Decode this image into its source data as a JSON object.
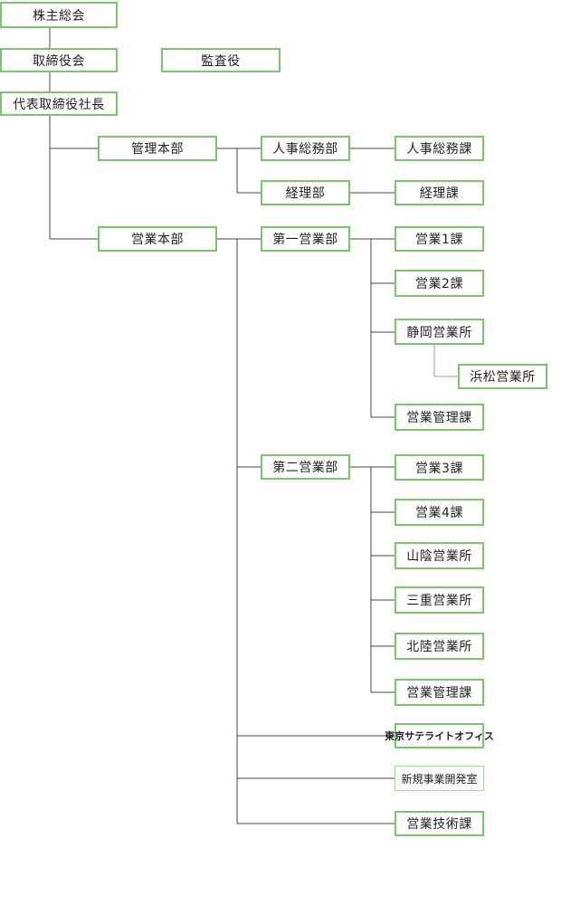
{
  "colors": {
    "border": "#7cc46f",
    "line": "#444444",
    "text": "#222222"
  },
  "org": {
    "shareholders": "株主総会",
    "board": "取締役会",
    "auditor": "監査役",
    "president": "代表取締役社長",
    "admin_hq": "管理本部",
    "hr_dept": "人事総務部",
    "hr_section": "人事総務課",
    "acct_dept": "経理部",
    "acct_section": "経理課",
    "sales_hq": "営業本部",
    "sales1_dept": "第一営業部",
    "sales1_sec1": "営業1課",
    "sales1_sec2": "営業2課",
    "shizuoka_office": "静岡営業所",
    "hamamatsu_office": "浜松営業所",
    "sales1_mgmt": "営業管理課",
    "sales2_dept": "第二営業部",
    "sales2_sec3": "営業3課",
    "sales2_sec4": "営業4課",
    "sanin_office": "山陰営業所",
    "mie_office": "三重営業所",
    "hokuriku_office": "北陸営業所",
    "sales2_mgmt": "営業管理課",
    "tokyo_satellite": "東京サテライトオフィス",
    "new_biz": "新規事業開発室",
    "sales_tech": "営業技術課"
  }
}
